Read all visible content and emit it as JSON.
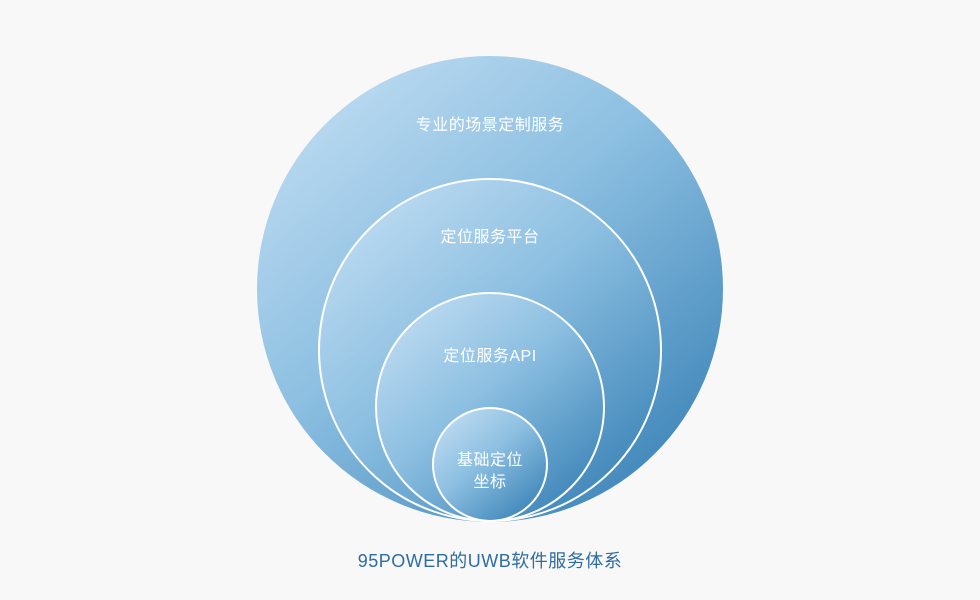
{
  "diagram": {
    "type": "nested-circles",
    "background_color": "#f8f8f8",
    "rings": [
      {
        "label": "专业的场景定制服务"
      },
      {
        "label": "定位服务平台"
      },
      {
        "label": "定位服务API"
      },
      {
        "label": "基础定位\n坐标"
      }
    ],
    "caption": "95POWER的UWB软件服务体系",
    "colors": {
      "ring_gradient_light": "#c9e2f5",
      "ring_gradient_dark": "#2d79b0",
      "ring_stroke": "#ffffff",
      "label_text": "#ffffff",
      "caption_text": "#2e6da4"
    }
  }
}
